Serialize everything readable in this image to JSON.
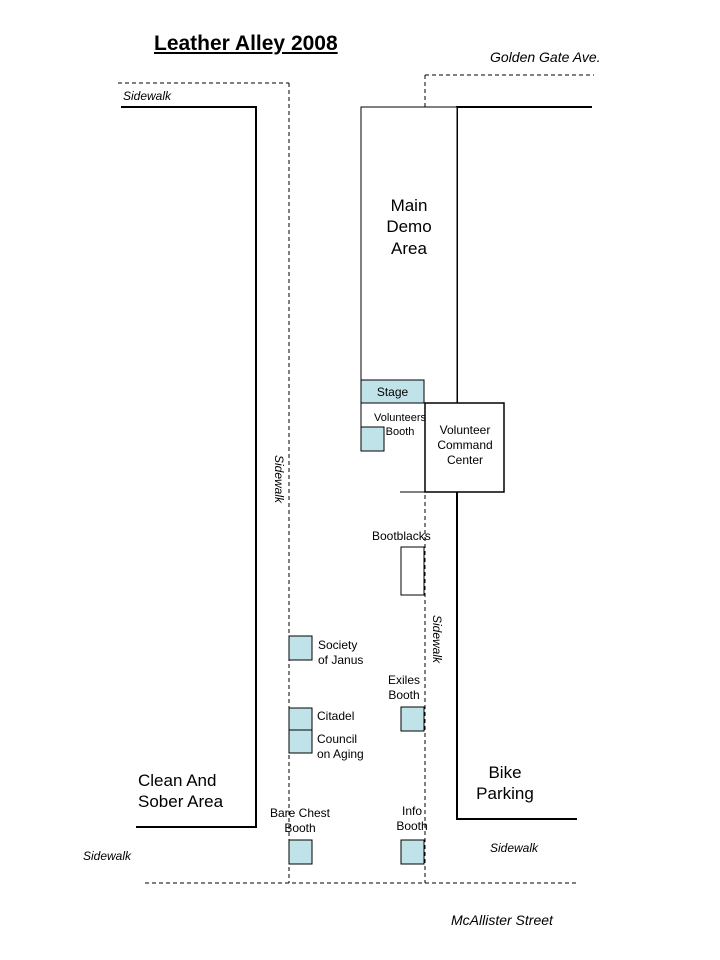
{
  "title": "Leather Alley 2008",
  "streets": {
    "north": "Golden Gate Ave.",
    "south": "McAllister Street"
  },
  "sidewalk_label": "Sidewalk",
  "areas": {
    "main_demo": "Main\nDemo\nArea",
    "stage": "Stage",
    "volunteers_booth": "Volunteers\nBooth",
    "command_center": "Volunteer\nCommand\nCenter",
    "bootblacks": "Bootblacks",
    "clean_sober": "Clean And\nSober Area",
    "bike_parking": "Bike\nParking"
  },
  "booths": {
    "society_janus": "Society\nof Janus",
    "exiles": "Exiles\nBooth",
    "citadel": "Citadel",
    "council_aging": "Council\non Aging",
    "bare_chest": "Bare Chest\nBooth",
    "info": "Info\nBooth"
  },
  "colors": {
    "booth_fill": "#bfe3e8",
    "line": "#000000"
  }
}
